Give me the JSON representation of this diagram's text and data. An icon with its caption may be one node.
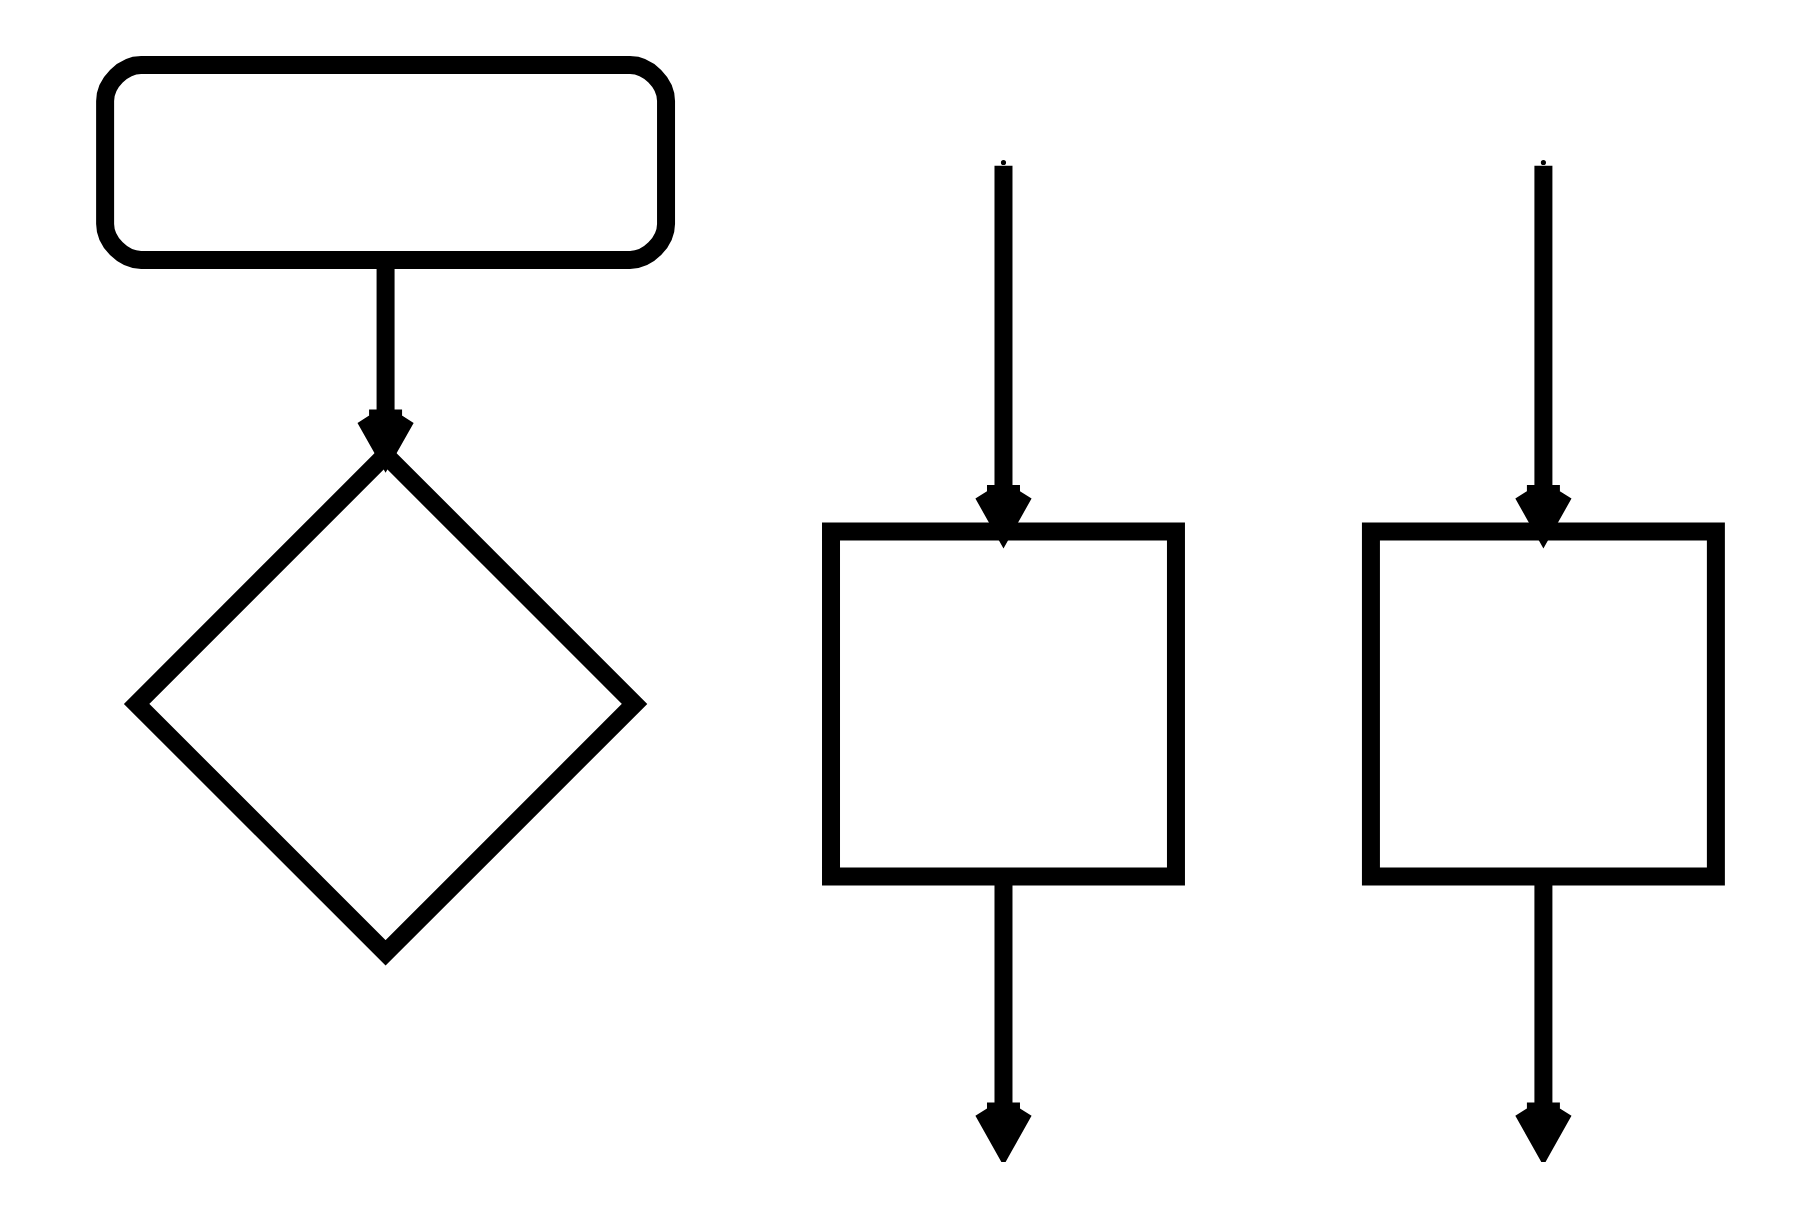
{
  "diagram": {
    "nodes": [
      {
        "text": [],
        "shape": "box"
      },
      {
        "text": [],
        "shape": "box"
      },
      {
        "text": [],
        "shape": "diamond"
      },
      {
        "text": [],
        "shape": "box"
      }
    ],
    "edges": [
      {
        "from": null,
        "to": 1,
        "arrow": "to"
      },
      {
        "from": 0,
        "to": 2,
        "arrow": "to"
      },
      {
        "from": null,
        "to": 3,
        "arrow": "to"
      },
      {
        "from": 1,
        "to": null,
        "arrow": "to"
      },
      {
        "from": 3,
        "to": null,
        "arrow": "to"
      }
    ]
  }
}
